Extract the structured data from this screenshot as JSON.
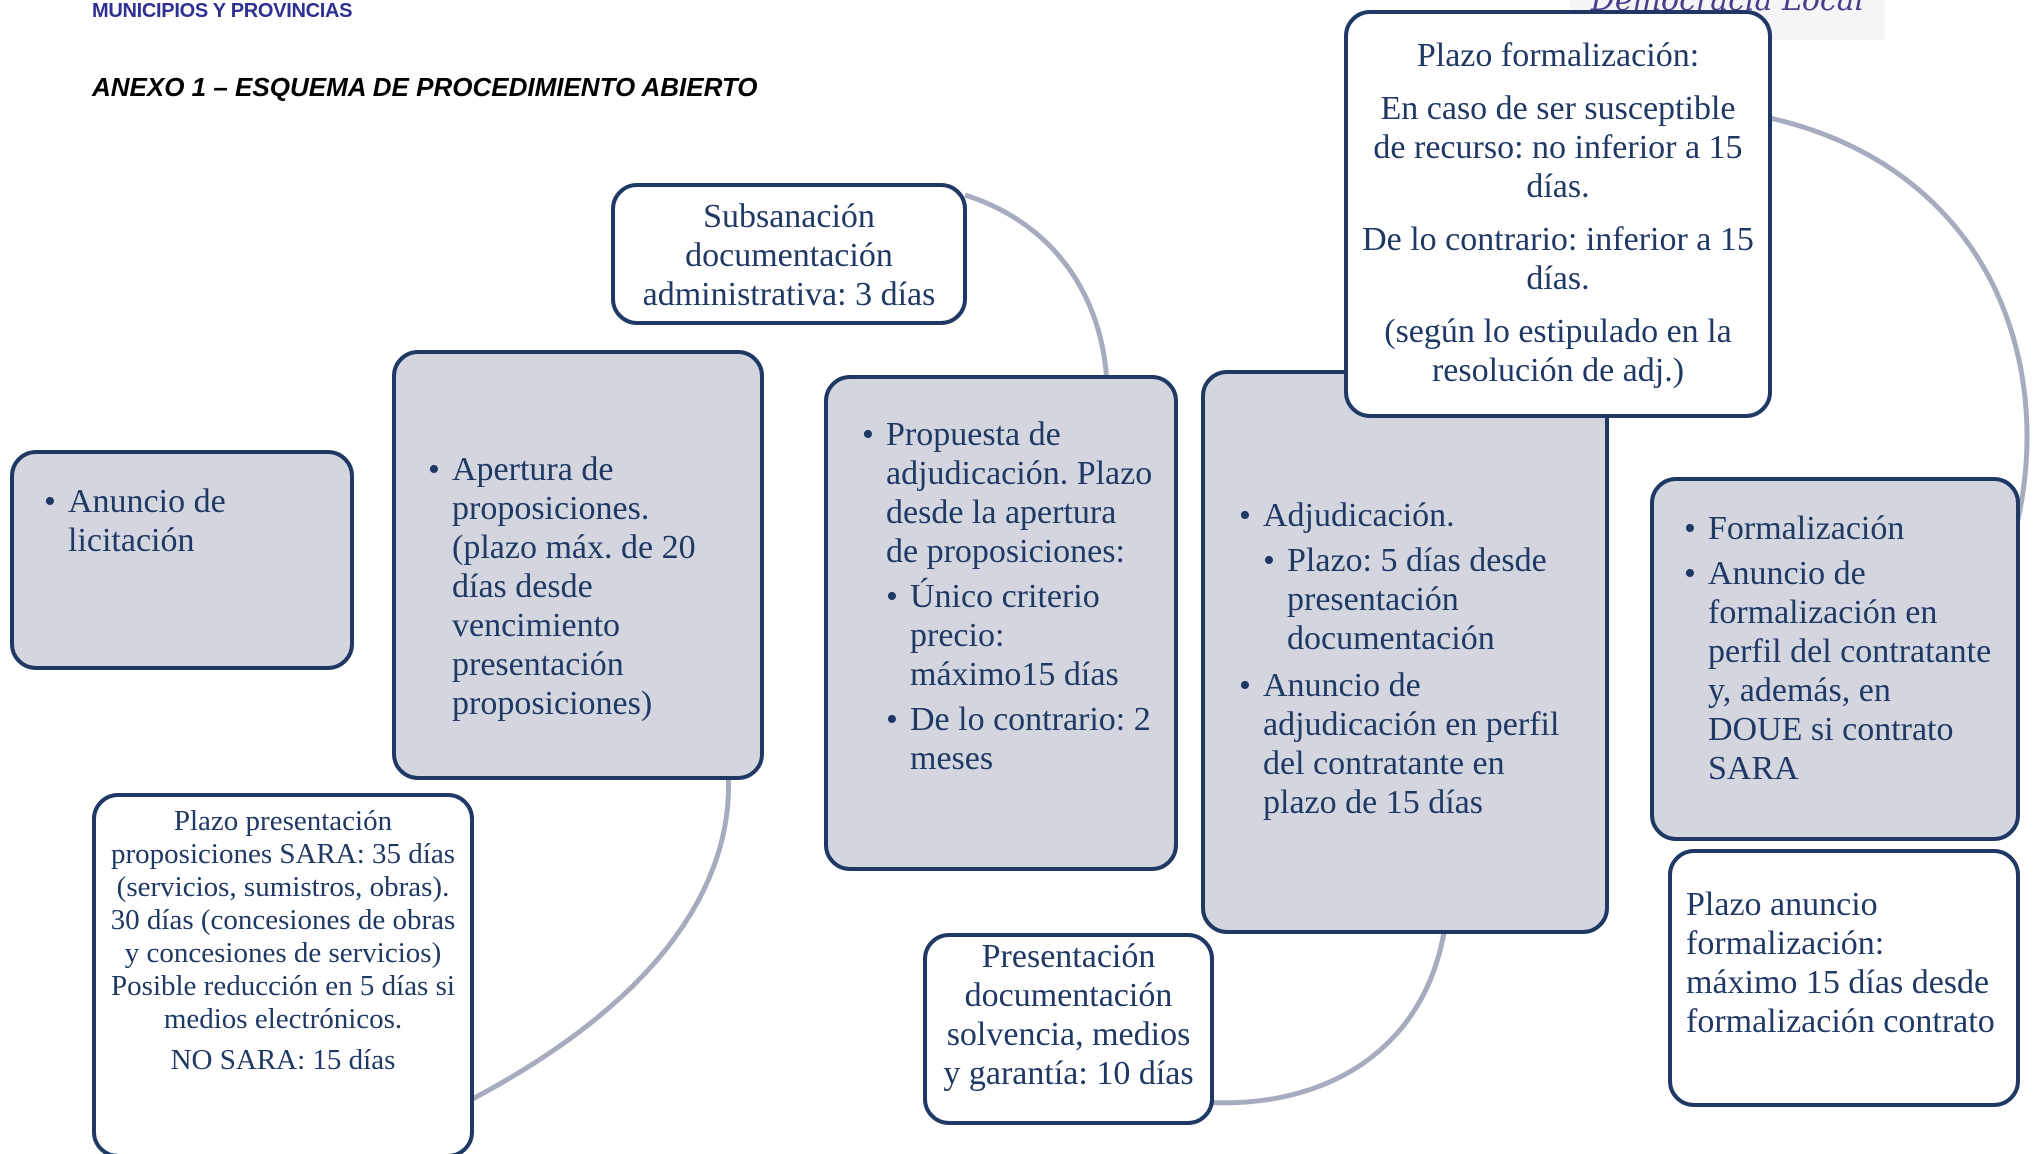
{
  "header": {
    "org": "MUNICIPIOS Y PROVINCIAS",
    "brand": "Democracia Local"
  },
  "annex_title": "ANEXO 1 – ESQUEMA DE PROCEDIMIENTO ABIERTO",
  "steps": {
    "anuncio": {
      "label": "Anuncio de licitación"
    },
    "apertura": {
      "label": "Apertura de proposiciones. (plazo máx. de 20 días desde vencimiento presentación proposiciones)"
    },
    "propuesta": {
      "label": "Propuesta de adjudicación. Plazo desde la apertura de proposiciones:",
      "sub1": "Único criterio precio: máximo15 días",
      "sub2": "De lo contrario: 2 meses"
    },
    "adjudicacion": {
      "label": "Adjudicación.",
      "sub1": "Plazo: 5 días desde presentación documentación",
      "label2": "Anuncio de adjudicación en perfil del contratante en plazo de 15 días"
    },
    "formalizacion": {
      "label": "Formalización",
      "label2": "Anuncio de formalización en perfil del contratante y, además, en DOUE si contrato SARA"
    }
  },
  "notes": {
    "presentacion": {
      "line1": "Plazo presentación proposiciones SARA: 35 días (servicios, sumistros, obras). 30 días (concesiones de obras y concesiones de servicios) Posible reducción en 5 días si medios electrónicos.",
      "line2": "NO SARA: 15 días"
    },
    "subsanacion": "Subsanación documentación administrativa: 3 días",
    "solvencia": "Presentación documentación solvencia, medios y garantía: 10 días",
    "plazo_formalizacion": {
      "title": "Plazo formalización:",
      "p1": "En caso de ser susceptible de recurso: no inferior a 15 días.",
      "p2": "De lo contrario: inferior a 15 días.",
      "p3": "(según lo estipulado en la resolución de adj.)"
    },
    "anuncio_formalizacion": "Plazo anuncio formalización: máximo 15 días desde formalización contrato"
  },
  "colors": {
    "border": "#1f3864",
    "fill": "#d3d6df",
    "connector": "#a7abbe",
    "org": "#2e3192"
  }
}
